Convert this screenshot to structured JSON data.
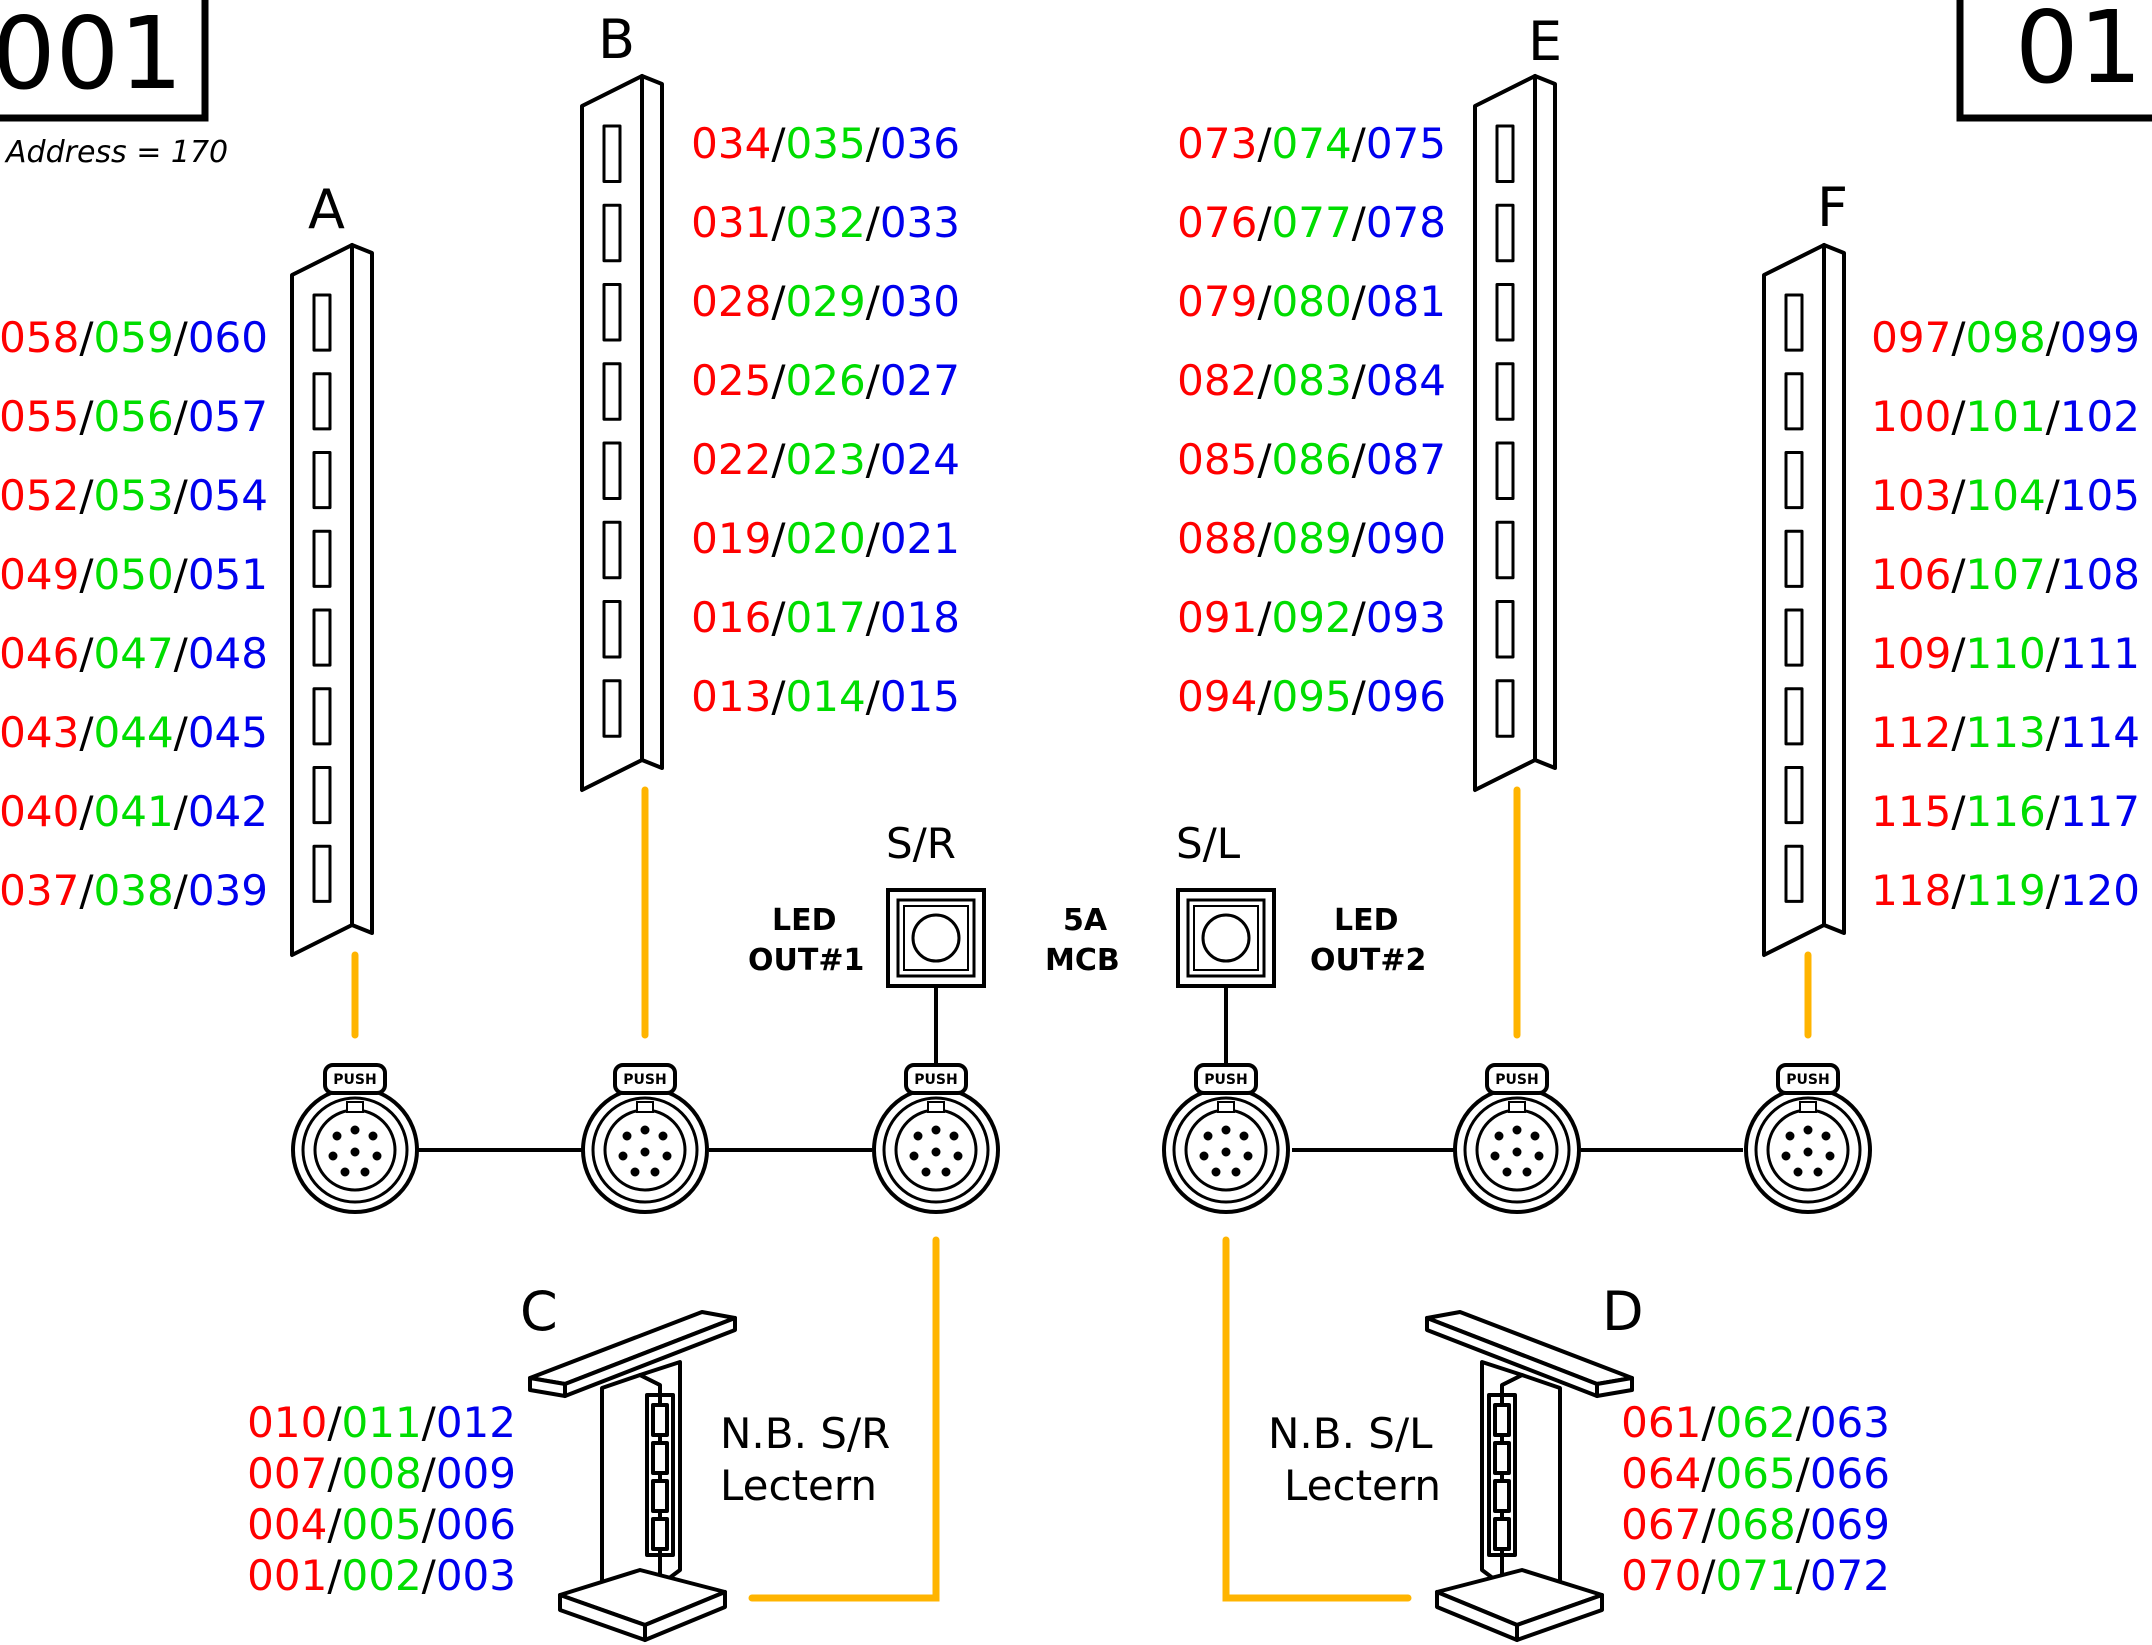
{
  "colors": {
    "red": "#ff0000",
    "green": "#00dd00",
    "blue": "#0000ee",
    "cable": "#ffb400",
    "line": "#000000"
  },
  "top_left_box": {
    "number": "001",
    "address_label": "Address = 170"
  },
  "top_right_box": {
    "number": "01"
  },
  "separator": "/",
  "fixtures": {
    "A": {
      "label": "A",
      "rows": [
        [
          "058",
          "059",
          "060"
        ],
        [
          "055",
          "056",
          "057"
        ],
        [
          "052",
          "053",
          "054"
        ],
        [
          "049",
          "050",
          "051"
        ],
        [
          "046",
          "047",
          "048"
        ],
        [
          "043",
          "044",
          "045"
        ],
        [
          "040",
          "041",
          "042"
        ],
        [
          "037",
          "038",
          "039"
        ]
      ]
    },
    "B": {
      "label": "B",
      "rows": [
        [
          "034",
          "035",
          "036"
        ],
        [
          "031",
          "032",
          "033"
        ],
        [
          "028",
          "029",
          "030"
        ],
        [
          "025",
          "026",
          "027"
        ],
        [
          "022",
          "023",
          "024"
        ],
        [
          "019",
          "020",
          "021"
        ],
        [
          "016",
          "017",
          "018"
        ],
        [
          "013",
          "014",
          "015"
        ]
      ]
    },
    "E": {
      "label": "E",
      "rows": [
        [
          "073",
          "074",
          "075"
        ],
        [
          "076",
          "077",
          "078"
        ],
        [
          "079",
          "080",
          "081"
        ],
        [
          "082",
          "083",
          "084"
        ],
        [
          "085",
          "086",
          "087"
        ],
        [
          "088",
          "089",
          "090"
        ],
        [
          "091",
          "092",
          "093"
        ],
        [
          "094",
          "095",
          "096"
        ]
      ]
    },
    "F": {
      "label": "F",
      "rows": [
        [
          "097",
          "098",
          "099"
        ],
        [
          "100",
          "101",
          "102"
        ],
        [
          "103",
          "104",
          "105"
        ],
        [
          "106",
          "107",
          "108"
        ],
        [
          "109",
          "110",
          "111"
        ],
        [
          "112",
          "113",
          "114"
        ],
        [
          "115",
          "116",
          "117"
        ],
        [
          "118",
          "119",
          "120"
        ]
      ]
    },
    "C": {
      "label": "C",
      "rows": [
        [
          "010",
          "011",
          "012"
        ],
        [
          "007",
          "008",
          "009"
        ],
        [
          "004",
          "005",
          "006"
        ],
        [
          "001",
          "002",
          "003"
        ]
      ]
    },
    "D": {
      "label": "D",
      "rows": [
        [
          "061",
          "062",
          "063"
        ],
        [
          "064",
          "065",
          "066"
        ],
        [
          "067",
          "068",
          "069"
        ],
        [
          "070",
          "071",
          "072"
        ]
      ]
    }
  },
  "controls": {
    "sr_label": "S/R",
    "sl_label": "S/L",
    "led_out_1": [
      "LED",
      "OUT#1"
    ],
    "led_out_2": [
      "LED",
      "OUT#2"
    ],
    "mcb": [
      "5A",
      "MCB"
    ]
  },
  "connectors": {
    "push_label": "PUSH",
    "count": 6
  },
  "lecterns": {
    "left_note": [
      "N.B. S/R",
      "Lectern"
    ],
    "right_note": [
      "N.B. S/L",
      "Lectern"
    ]
  }
}
